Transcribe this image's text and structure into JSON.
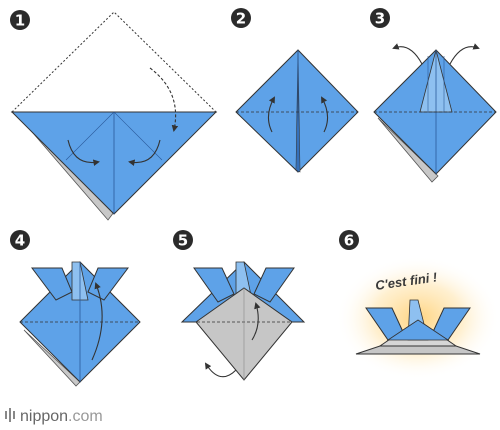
{
  "steps": [
    "1",
    "2",
    "3",
    "4",
    "5",
    "6"
  ],
  "finished_caption": "C'est fini !",
  "brand": {
    "name": "nippon",
    "suffix": ".com"
  },
  "colors": {
    "paper_blue": "#5ea2e8",
    "paper_blue_light": "#8ec0f0",
    "paper_blue_dark": "#3d7fcf",
    "paper_back_gray": "#c8c8c8",
    "paper_gray": "#c6c6c6",
    "outline": "#333333",
    "glow": "#ffd27a",
    "badge": "#2b2b2b"
  },
  "icons": [
    "fold-arrow-icon",
    "step-badge-icon",
    "nippon-logo-icon"
  ]
}
